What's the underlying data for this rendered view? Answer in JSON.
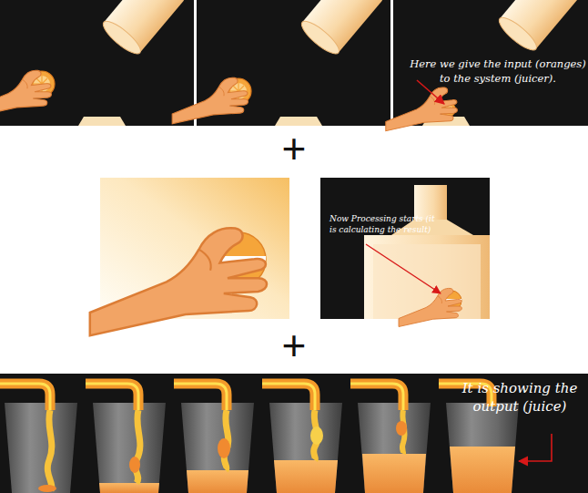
{
  "diagram": {
    "nodes": [
      {
        "text": [
          "Here we give the input (oranges) to the system (juicer)."
        ]
      },
      {
        "text": [
          "Now Processing starts (it is calculating the result)"
        ]
      },
      {
        "text": [
          "It is showing the output (juice)"
        ]
      }
    ],
    "labels": [
      "+",
      "+"
    ]
  }
}
